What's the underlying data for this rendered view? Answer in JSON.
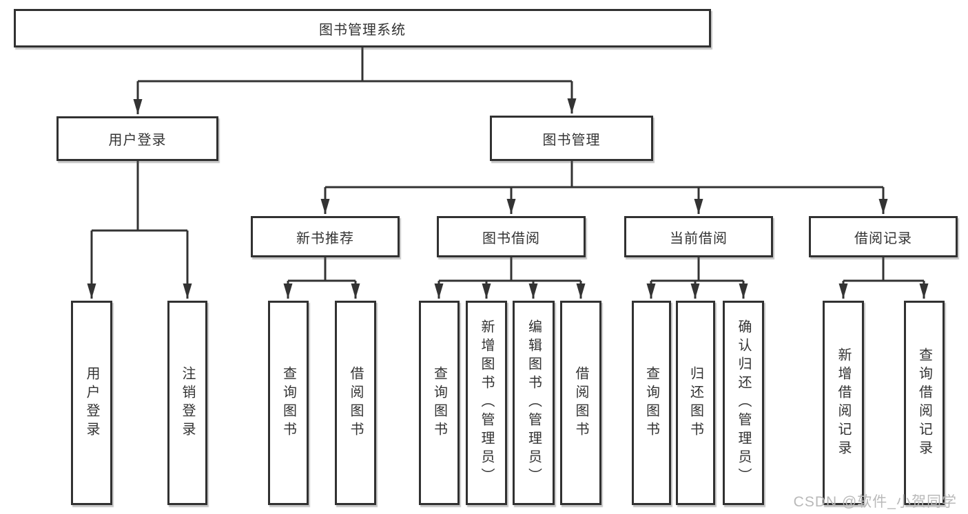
{
  "colors": {
    "line": "#333333",
    "box_border": "#313131",
    "text": "#333333",
    "watermark": "#b9b9b9",
    "background": "#ffffff"
  },
  "watermark": {
    "text": "CSDN @软件_小贺同学"
  },
  "tree": {
    "root": {
      "label": "图书管理系统"
    },
    "branches": [
      {
        "label": "用户登录",
        "children": [
          {
            "label": "用户登录"
          },
          {
            "label": "注销登录"
          }
        ]
      },
      {
        "label": "图书管理",
        "children": [
          {
            "label": "新书推荐",
            "children": [
              {
                "label": "查询图书"
              },
              {
                "label": "借阅图书"
              }
            ]
          },
          {
            "label": "图书借阅",
            "children": [
              {
                "label": "查询图书"
              },
              {
                "label": "新增图书（管理员）"
              },
              {
                "label": "编辑图书（管理员）"
              },
              {
                "label": "借阅图书"
              }
            ]
          },
          {
            "label": "当前借阅",
            "children": [
              {
                "label": "查询图书"
              },
              {
                "label": "归还图书"
              },
              {
                "label": "确认归还（管理员）"
              }
            ]
          },
          {
            "label": "借阅记录",
            "children": [
              {
                "label": "新增借阅记录"
              },
              {
                "label": "查询借阅记录"
              }
            ]
          }
        ]
      }
    ]
  }
}
